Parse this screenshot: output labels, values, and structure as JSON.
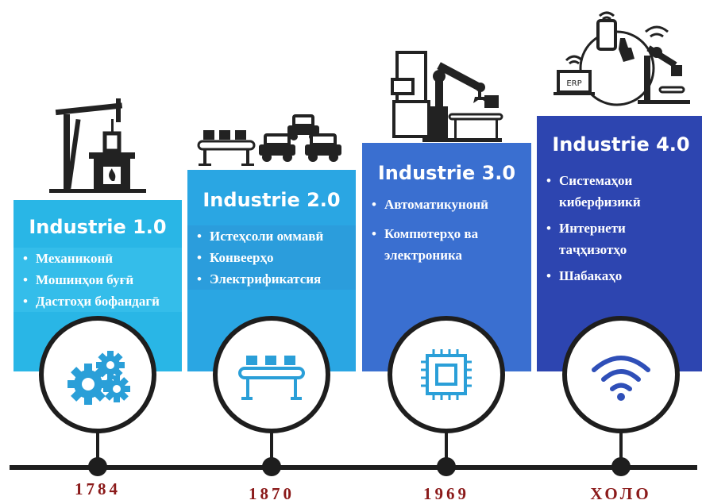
{
  "colors": {
    "card1": "#29b6e6",
    "card2": "#2aa6e3",
    "card3": "#3a6fd0",
    "card4": "#2d45b0",
    "year_text": "#8b1a1a",
    "timeline": "#1e1e1e"
  },
  "stages": [
    {
      "title": "Industrie 1.0",
      "bullets": [
        "Механиконӣ",
        "Мошинҳои буғӣ",
        "Дастгоҳи бофандагӣ"
      ],
      "icon": "gears-icon",
      "illustration": "steam-engine-icon",
      "year": "1784"
    },
    {
      "title": "Industrie 2.0",
      "bullets": [
        "Истеҳсоли оммавӣ",
        "Конвеерҳо",
        "Электрификатсия"
      ],
      "icon": "conveyor-icon",
      "illustration": "cars-conveyor-icon",
      "year": "1870"
    },
    {
      "title": "Industrie 3.0",
      "bullets": [
        "Автоматикунонӣ",
        "Компютерҳо ва",
        "электроника"
      ],
      "icon": "chip-icon",
      "illustration": "robot-arm-computer-icon",
      "year": "1969"
    },
    {
      "title": "Industrie 4.0",
      "bullets": [
        "Системаҳои",
        "киберфизикӣ",
        "Интернети",
        "таҷҳизотҳо",
        "Шабакаҳо"
      ],
      "icon": "wifi-icon",
      "illustration": "erp-network-robot-icon",
      "year": "ХОЛО",
      "erp_label": "ERP"
    }
  ]
}
